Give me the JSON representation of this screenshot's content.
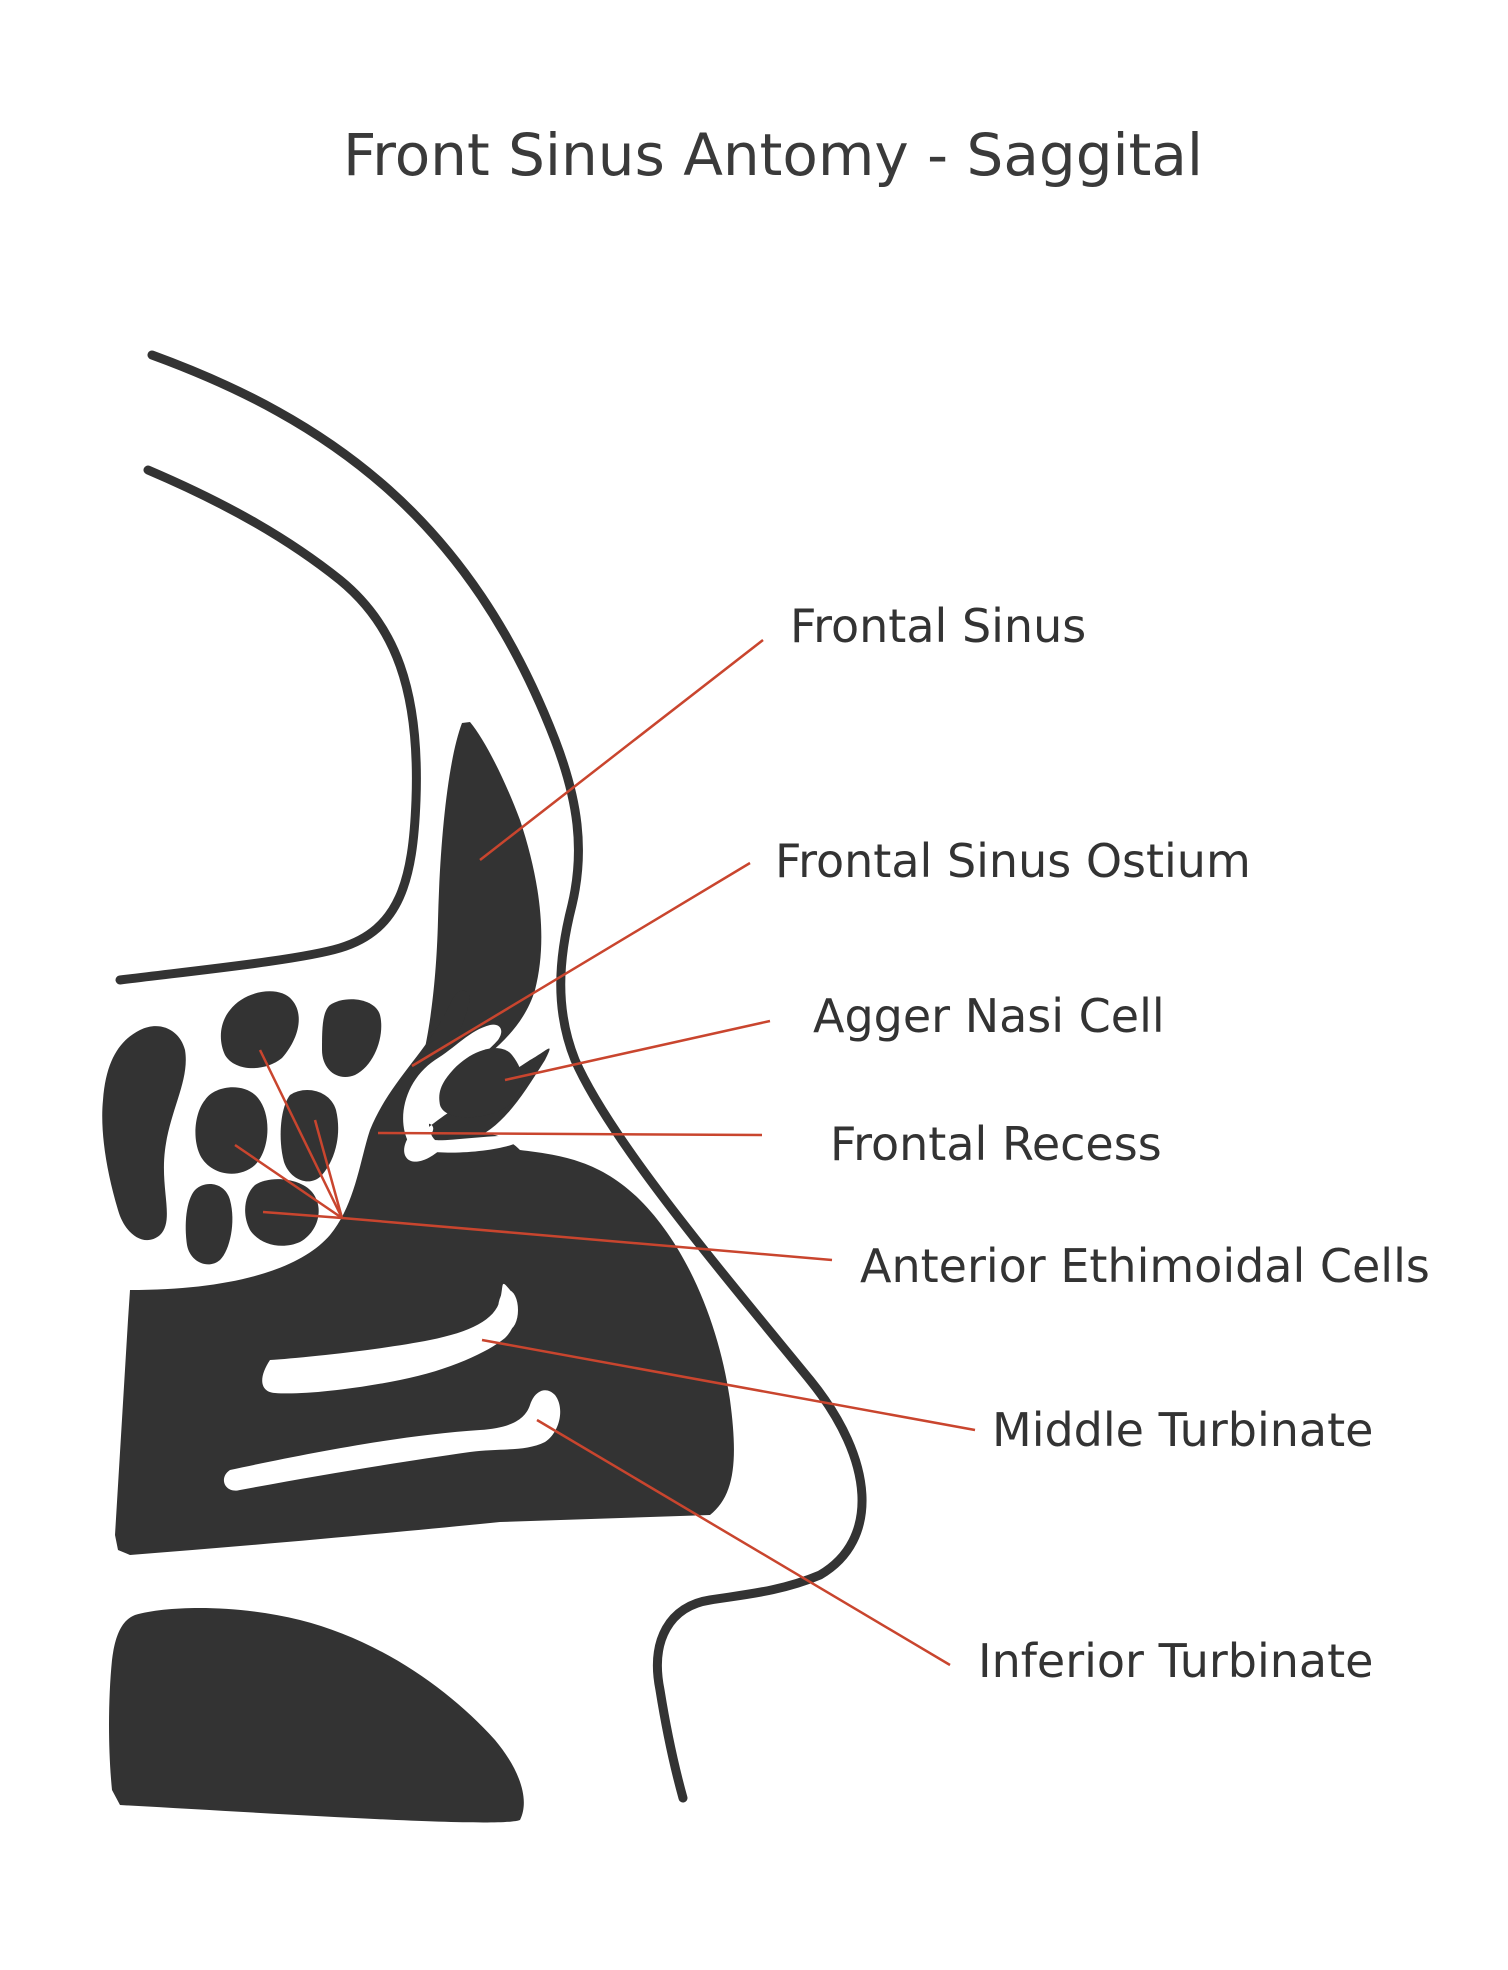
{
  "title": "Front Sinus Antomy - Saggital",
  "colors": {
    "anatomy": "#333333",
    "leader": "#c9452e",
    "background": "#ffffff"
  },
  "labels": {
    "frontal_sinus": "Frontal Sinus",
    "frontal_sinus_ostium": "Frontal Sinus Ostium",
    "agger_nasi_cell": "Agger Nasi Cell",
    "frontal_recess": "Frontal Recess",
    "anterior_ethmoidal_cells": "Anterior Ethimoidal Cells",
    "middle_turbinate": "Middle Turbinate",
    "inferior_turbinate": "Inferior Turbinate"
  }
}
